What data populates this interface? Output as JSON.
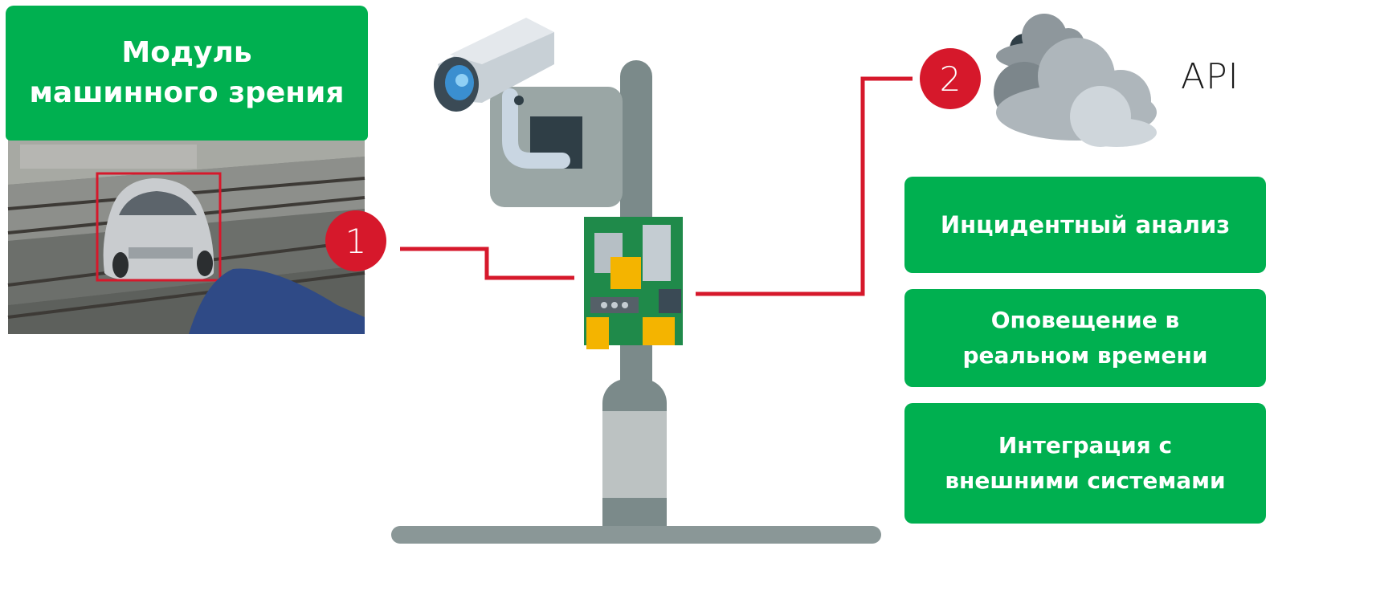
{
  "title": "Модуль\nмашинного зрения",
  "badges": {
    "one": "1",
    "two": "2"
  },
  "api_label": "API",
  "features": [
    "Инцидентный анализ",
    "Оповещение в\nреальном времени",
    "Интеграция с\nвнешними системами"
  ],
  "colors": {
    "green": "#00b050",
    "red": "#d6182b",
    "pole": "#7b8a8a"
  },
  "icons": [
    "camera-icon",
    "cloud-icon",
    "circuit-board-icon",
    "pole-icon"
  ]
}
